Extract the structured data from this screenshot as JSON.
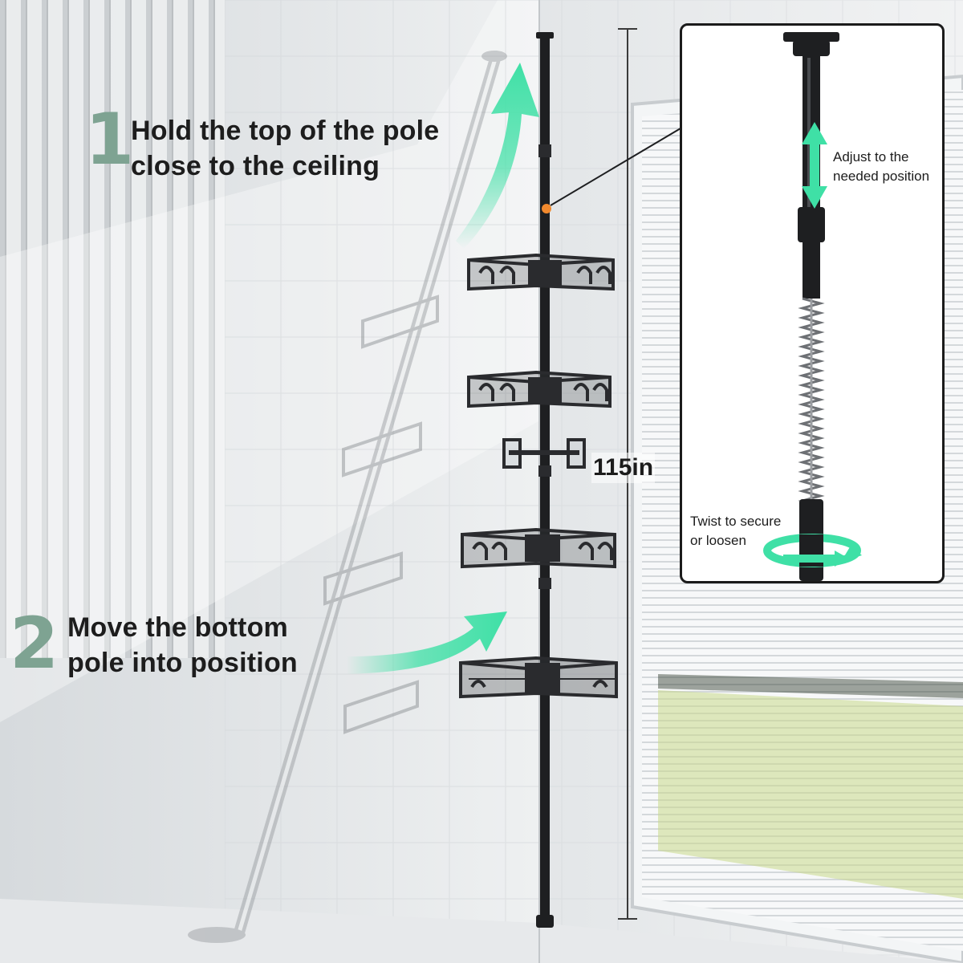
{
  "steps": [
    {
      "number": "1",
      "line1": "Hold the top of the pole",
      "line2": "close to the ceiling"
    },
    {
      "number": "2",
      "line1": "Move the bottom",
      "line2": "pole into position"
    }
  ],
  "dimension": {
    "label": "115in"
  },
  "inset": {
    "adjust_line1": "Adjust to the",
    "adjust_line2": "needed position",
    "twist_line1": "Twist to secure",
    "twist_line2": "or loosen"
  },
  "colors": {
    "accent_green": "#3fe0a6",
    "number_green": "#7ea392",
    "marker_orange": "#f28a2e",
    "pole_black": "#1e1f21"
  }
}
